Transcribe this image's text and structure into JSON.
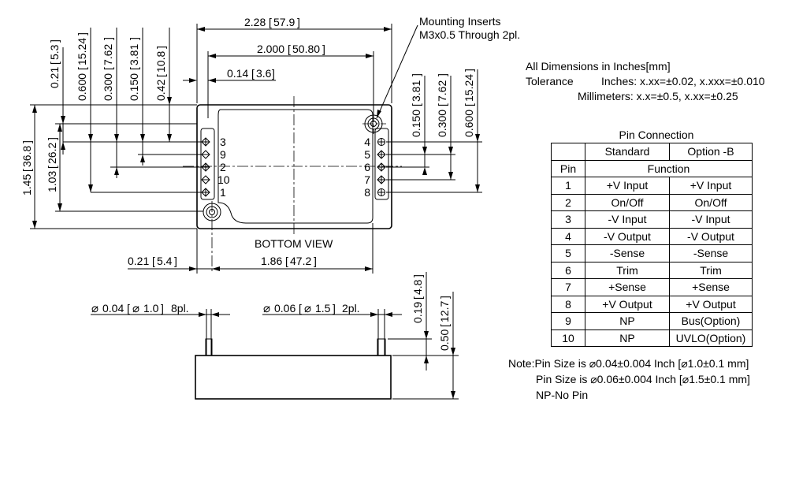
{
  "drawing": {
    "dims": {
      "overall_width": "2.28",
      "overall_width_mm": "57.9",
      "insert_span": "2.000",
      "insert_span_mm": "50.80",
      "edge_offset": "0.14",
      "edge_offset_mm": "3.6",
      "left_inset": "0.21",
      "left_inset_mm": "5.3",
      "left_p1": "0.600",
      "left_p1_mm": "15.24",
      "left_p2": "0.300",
      "left_p2_mm": "7.62",
      "left_p3": "0.150",
      "left_p3_mm": "3.81",
      "left_p4": "0.42",
      "left_p4_mm": "10.8",
      "height": "1.45",
      "height_mm": "36.8",
      "insert_height": "1.03",
      "insert_height_mm": "26.2",
      "right_p1": "0.150",
      "right_p1_mm": "3.81",
      "right_p2": "0.300",
      "right_p2_mm": "7.62",
      "right_p3": "0.600",
      "right_p3_mm": "15.24",
      "bottom_left": "0.21",
      "bottom_left_mm": "5.4",
      "bottom_span": "1.86",
      "bottom_span_mm": "47.2",
      "pin_small": "0.04",
      "pin_small_mm": "1.0",
      "pin_small_qty": "8pl.",
      "pin_large": "0.06",
      "pin_large_mm": "1.5",
      "pin_large_qty": "2pl.",
      "pin_len": "0.19",
      "pin_len_mm": "4.8",
      "body_h": "0.50",
      "body_h_mm": "12.7",
      "diameter_symbol": "⌀"
    },
    "mounting_label_1": "Mounting Inserts",
    "mounting_label_2": "M3x0.5 Through 2pl.",
    "bottom_view_label": "BOTTOM VIEW",
    "pins_left": [
      "3",
      "9",
      "2",
      "10",
      "1"
    ],
    "pins_right": [
      "4",
      "5",
      "6",
      "7",
      "8"
    ]
  },
  "info": {
    "line1": "All Dimensions in Inches[mm]",
    "tol_label": "Tolerance",
    "tol_inches": "Inches: x.xx=±0.02, x.xxx=±0.010",
    "tol_mm": "Millimeters: x.x=±0.5, x.xx=±0.25"
  },
  "pin_table": {
    "title": "Pin Connection",
    "col_standard": "Standard",
    "col_option": "Option -B",
    "col_pin": "Pin",
    "col_function": "Function",
    "rows": [
      {
        "pin": "1",
        "std": "+V Input",
        "opt": "+V Input"
      },
      {
        "pin": "2",
        "std": "On/Off",
        "opt": "On/Off"
      },
      {
        "pin": "3",
        "std": "-V Input",
        "opt": "-V Input"
      },
      {
        "pin": "4",
        "std": "-V Output",
        "opt": "-V Output"
      },
      {
        "pin": "5",
        "std": "-Sense",
        "opt": "-Sense"
      },
      {
        "pin": "6",
        "std": "Trim",
        "opt": "Trim"
      },
      {
        "pin": "7",
        "std": "+Sense",
        "opt": "+Sense"
      },
      {
        "pin": "8",
        "std": "+V Output",
        "opt": "+V Output"
      },
      {
        "pin": "9",
        "std": "NP",
        "opt": "Bus(Option)"
      },
      {
        "pin": "10",
        "std": "NP",
        "opt": "UVLO(Option)"
      }
    ]
  },
  "notes": {
    "line1": "Note:Pin Size is ⌀0.04±0.004 Inch [⌀1.0±0.1 mm]",
    "line2": "Pin Size is ⌀0.06±0.004 Inch [⌀1.5±0.1 mm]",
    "line3": "NP-No Pin"
  }
}
